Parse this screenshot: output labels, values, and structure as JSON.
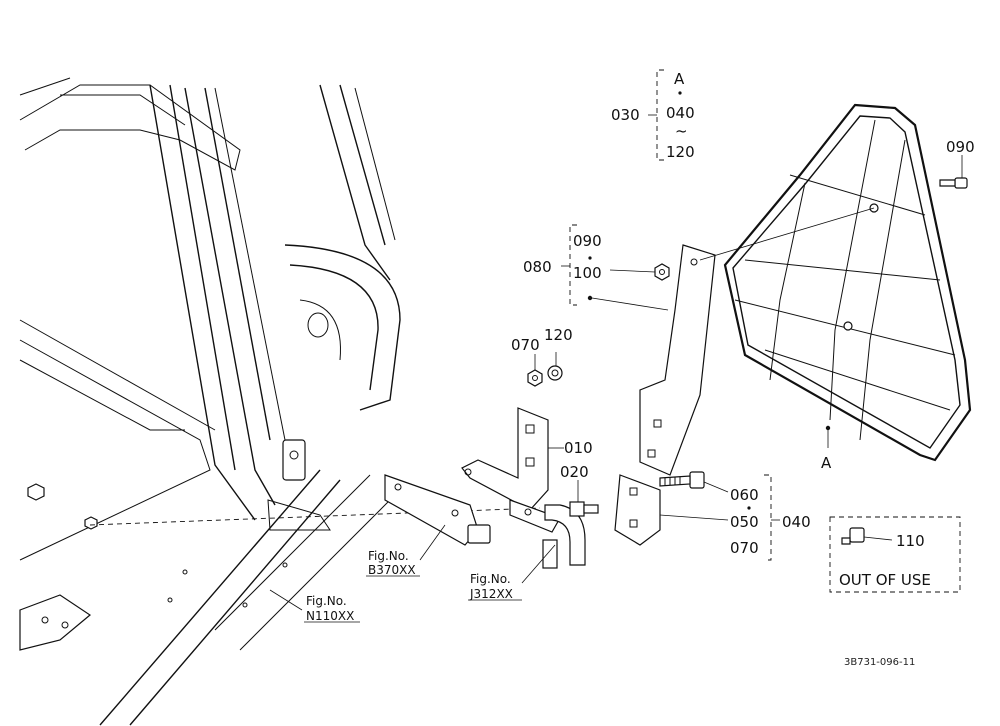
{
  "callouts": {
    "c030": "030",
    "c030_a": "A",
    "c030_040": "040",
    "c030_tilde": "~",
    "c030_120": "120",
    "c090_top": "090",
    "c080": "080",
    "c080_090": "090",
    "c080_100": "100",
    "c070_top": "070",
    "c120": "120",
    "c010": "010",
    "c020": "020",
    "c060": "060",
    "c050": "050",
    "c070_bottom": "070",
    "c040": "040",
    "c110": "110",
    "marker_a": "A"
  },
  "out_of_use": "OUT OF USE",
  "references": {
    "ref1_label": "Fig.No.",
    "ref1_code": "B370XX",
    "ref2_label": "Fig.No.",
    "ref2_code": "J312XX",
    "ref3_label": "Fig.No.",
    "ref3_code": "N110XX"
  },
  "drawing_code": "3B731-096-11"
}
